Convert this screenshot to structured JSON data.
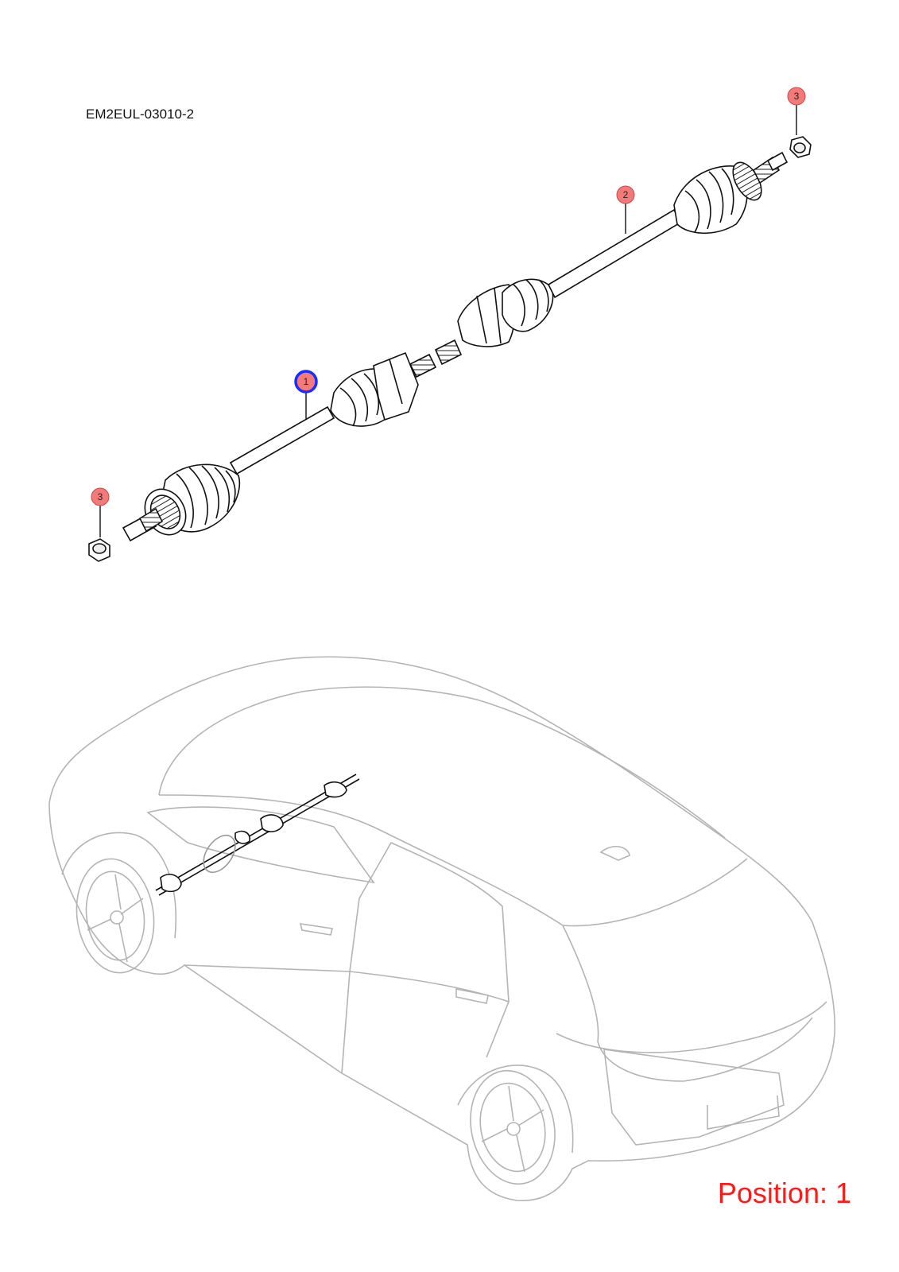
{
  "header": {
    "diagram_code": "EM2EUL-03010-2"
  },
  "footer": {
    "position_text": "Position: 1"
  },
  "callouts": [
    {
      "id": "callout-1",
      "number": "1",
      "selected": true
    },
    {
      "id": "callout-2",
      "number": "2",
      "selected": false
    },
    {
      "id": "callout-3-top",
      "number": "3",
      "selected": false
    },
    {
      "id": "callout-3-bottom",
      "number": "3",
      "selected": false
    }
  ],
  "colors": {
    "callout_fill": "#f47a7a",
    "callout_selected_border": "#1a2cff",
    "position_text": "#ff1a1a",
    "car_outline": "#b4b4b4"
  }
}
